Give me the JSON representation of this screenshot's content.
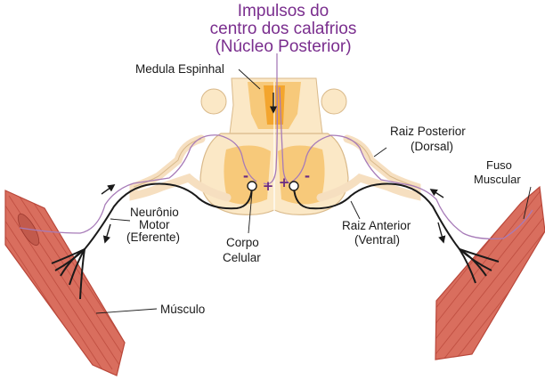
{
  "title": {
    "line1": "Impulsos do",
    "line2": "centro dos calafrios",
    "line3": "(Núcleo Posterior)"
  },
  "labels": {
    "spinal_cord": "Medula Espinhal",
    "posterior_root_1": "Raiz Posterior",
    "posterior_root_2": "(Dorsal)",
    "muscle_spindle_1": "Fuso",
    "muscle_spindle_2": "Muscular",
    "motor_neuron_1": "Neurônio",
    "motor_neuron_2": "Motor",
    "motor_neuron_3": "(Eferente)",
    "anterior_root_1": "Raiz Anterior",
    "anterior_root_2": "(Ventral)",
    "cell_body_1": "Corpo",
    "cell_body_2": "Celular",
    "muscle": "Músculo"
  },
  "symbols": {
    "minus_left": "-",
    "plus_left": "+",
    "plus_right": "+",
    "minus_right": "-"
  },
  "colors": {
    "title": "#7a2e8e",
    "white_matter": "#fbe8c6",
    "gray_matter": "#f7c97a",
    "dorsal_horn": "#f3a52e",
    "muscle_fill": "#d96e5e",
    "muscle_stripe": "#b9473a",
    "nerve_sheath": "#f6dfc0",
    "nerve_fiber": "#1a1a1a",
    "afferent_fiber": "#a77bb8"
  }
}
